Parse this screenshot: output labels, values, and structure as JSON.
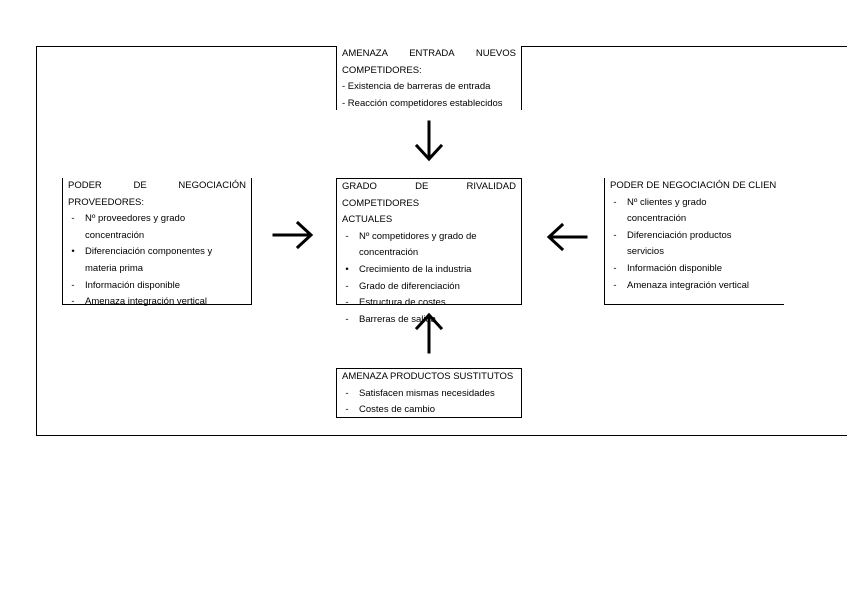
{
  "top": {
    "title_line1": "AMENAZA ENTRADA NUEVOS",
    "title_line2": "COMPETIDORES:",
    "items": [
      "- Existencia de barreras de entrada",
      "- Reacción competidores establecidos"
    ]
  },
  "left": {
    "title_line1": "PODER DE NEGOCIACIÓN",
    "title_line2": "PROVEEDORES:",
    "items": [
      {
        "bullet": "-",
        "line1": "Nº proveedores y grado",
        "line2": "concentración"
      },
      {
        "bullet": "•",
        "line1": "Diferenciación componentes y",
        "line2": "materia prima"
      },
      {
        "bullet": "-",
        "line1": "Información disponible",
        "line2": ""
      },
      {
        "bullet": "-",
        "line1": "Amenaza integración vertical",
        "line2": ""
      }
    ]
  },
  "center": {
    "title_line1": "GRADO DE RIVALIDAD COMPETIDORES",
    "title_line2": "ACTUALES",
    "items": [
      {
        "bullet": "-",
        "line1": "Nº competidores y grado de",
        "line2": "concentración"
      },
      {
        "bullet": "•",
        "line1": "Crecimiento de la industria",
        "line2": ""
      },
      {
        "bullet": "-",
        "line1": "Grado de diferenciación",
        "line2": ""
      },
      {
        "bullet": "-",
        "line1": "Estructura de costes",
        "line2": ""
      },
      {
        "bullet": "-",
        "line1": "Barreras de salida",
        "line2": ""
      }
    ]
  },
  "right": {
    "title_line1": "PODER DE NEGOCIACIÓN DE CLIEN",
    "items": [
      {
        "bullet": "-",
        "line1": "Nº clientes y grado",
        "line2": "concentración"
      },
      {
        "bullet": "-",
        "line1": "Diferenciación productos",
        "line2": "servicios"
      },
      {
        "bullet": "-",
        "line1": "Información disponible",
        "line2": ""
      },
      {
        "bullet": "-",
        "line1": "Amenaza integración vertical",
        "line2": ""
      }
    ]
  },
  "bottom": {
    "title_line1": "AMENAZA PRODUCTOS SUSTITUTOS",
    "items": [
      {
        "bullet": "-",
        "line1": "Satisfacen mismas necesidades",
        "line2": ""
      },
      {
        "bullet": "-",
        "line1": "Costes de cambio",
        "line2": ""
      }
    ]
  }
}
